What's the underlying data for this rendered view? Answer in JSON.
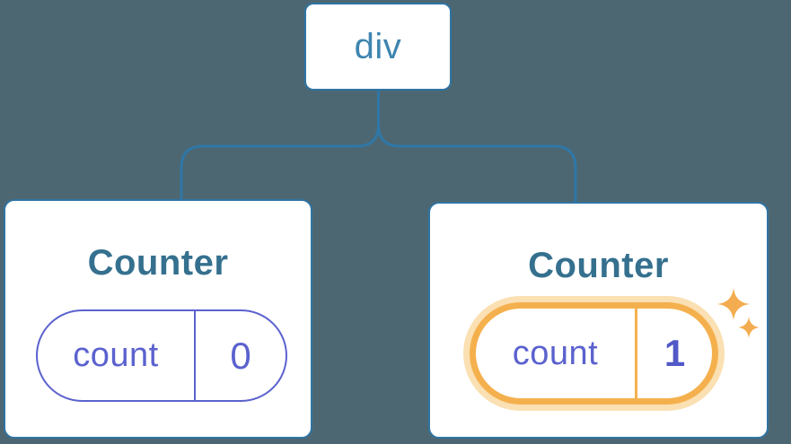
{
  "canvas": {
    "background": "#4D6772",
    "card_background": "#FFFFFF"
  },
  "palette": {
    "line_blue": "#2F77A6",
    "border_blue": "#2F74A3",
    "node_label_blue": "#3E85B0",
    "title_blue": "#35708E",
    "state_indigo": "#5B62CE",
    "highlight_amber": "#F5B04E",
    "highlight_halo": "#FAE0B2"
  },
  "tree": {
    "root": {
      "label": "div"
    },
    "children": [
      {
        "title": "Counter",
        "state": {
          "name": "count",
          "value": "0"
        },
        "highlighted": false
      },
      {
        "title": "Counter",
        "state": {
          "name": "count",
          "value": "1"
        },
        "highlighted": true
      }
    ]
  },
  "icons": {
    "sparkles": "sparkles-icon"
  }
}
